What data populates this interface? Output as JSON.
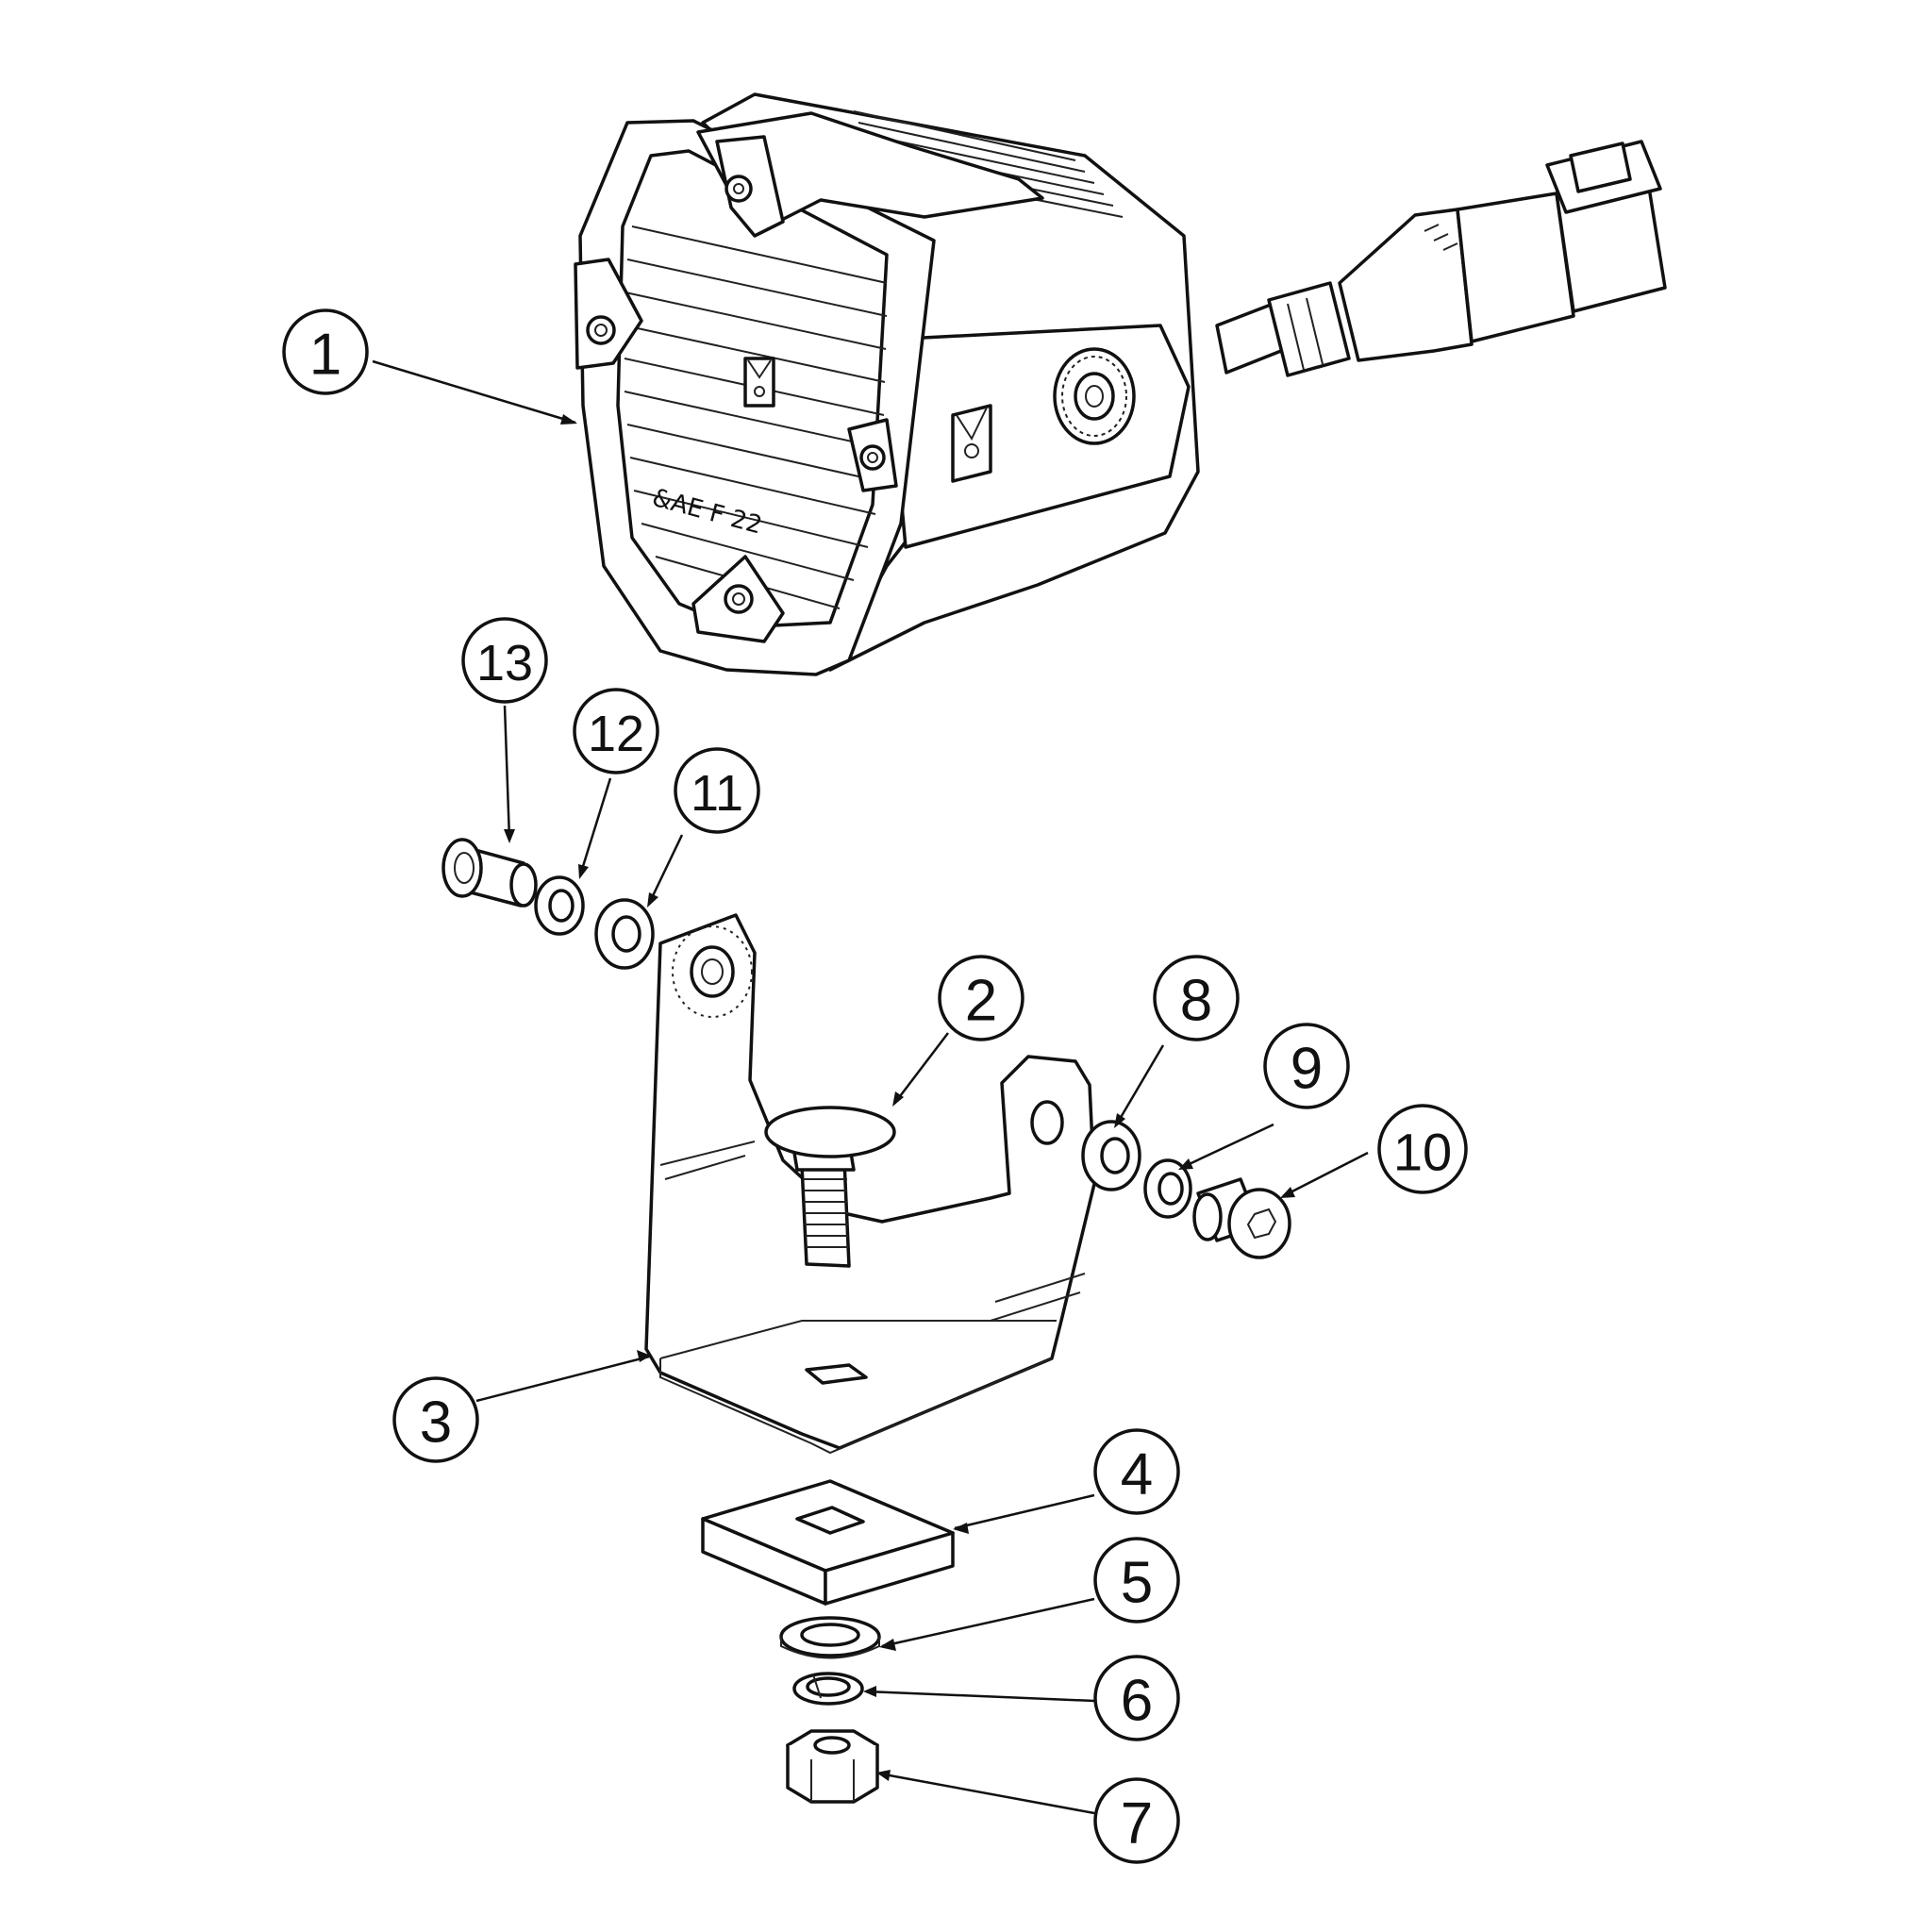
{
  "diagram": {
    "type": "exploded-parts-view",
    "housing_marking": "&AE F 22",
    "callouts": [
      {
        "id": "c1",
        "label": "1",
        "part": "light-housing"
      },
      {
        "id": "c2",
        "label": "2",
        "part": "carriage-bolt"
      },
      {
        "id": "c3",
        "label": "3",
        "part": "u-bracket"
      },
      {
        "id": "c4",
        "label": "4",
        "part": "square-plate"
      },
      {
        "id": "c5",
        "label": "5",
        "part": "flat-washer"
      },
      {
        "id": "c6",
        "label": "6",
        "part": "split-lock-washer"
      },
      {
        "id": "c7",
        "label": "7",
        "part": "hex-nut"
      },
      {
        "id": "c8",
        "label": "8",
        "part": "washer-right-outer"
      },
      {
        "id": "c9",
        "label": "9",
        "part": "washer-right-inner"
      },
      {
        "id": "c10",
        "label": "10",
        "part": "button-head-screw-right"
      },
      {
        "id": "c11",
        "label": "11",
        "part": "washer-left-outer"
      },
      {
        "id": "c12",
        "label": "12",
        "part": "washer-left-inner"
      },
      {
        "id": "c13",
        "label": "13",
        "part": "button-head-screw-left"
      }
    ]
  }
}
